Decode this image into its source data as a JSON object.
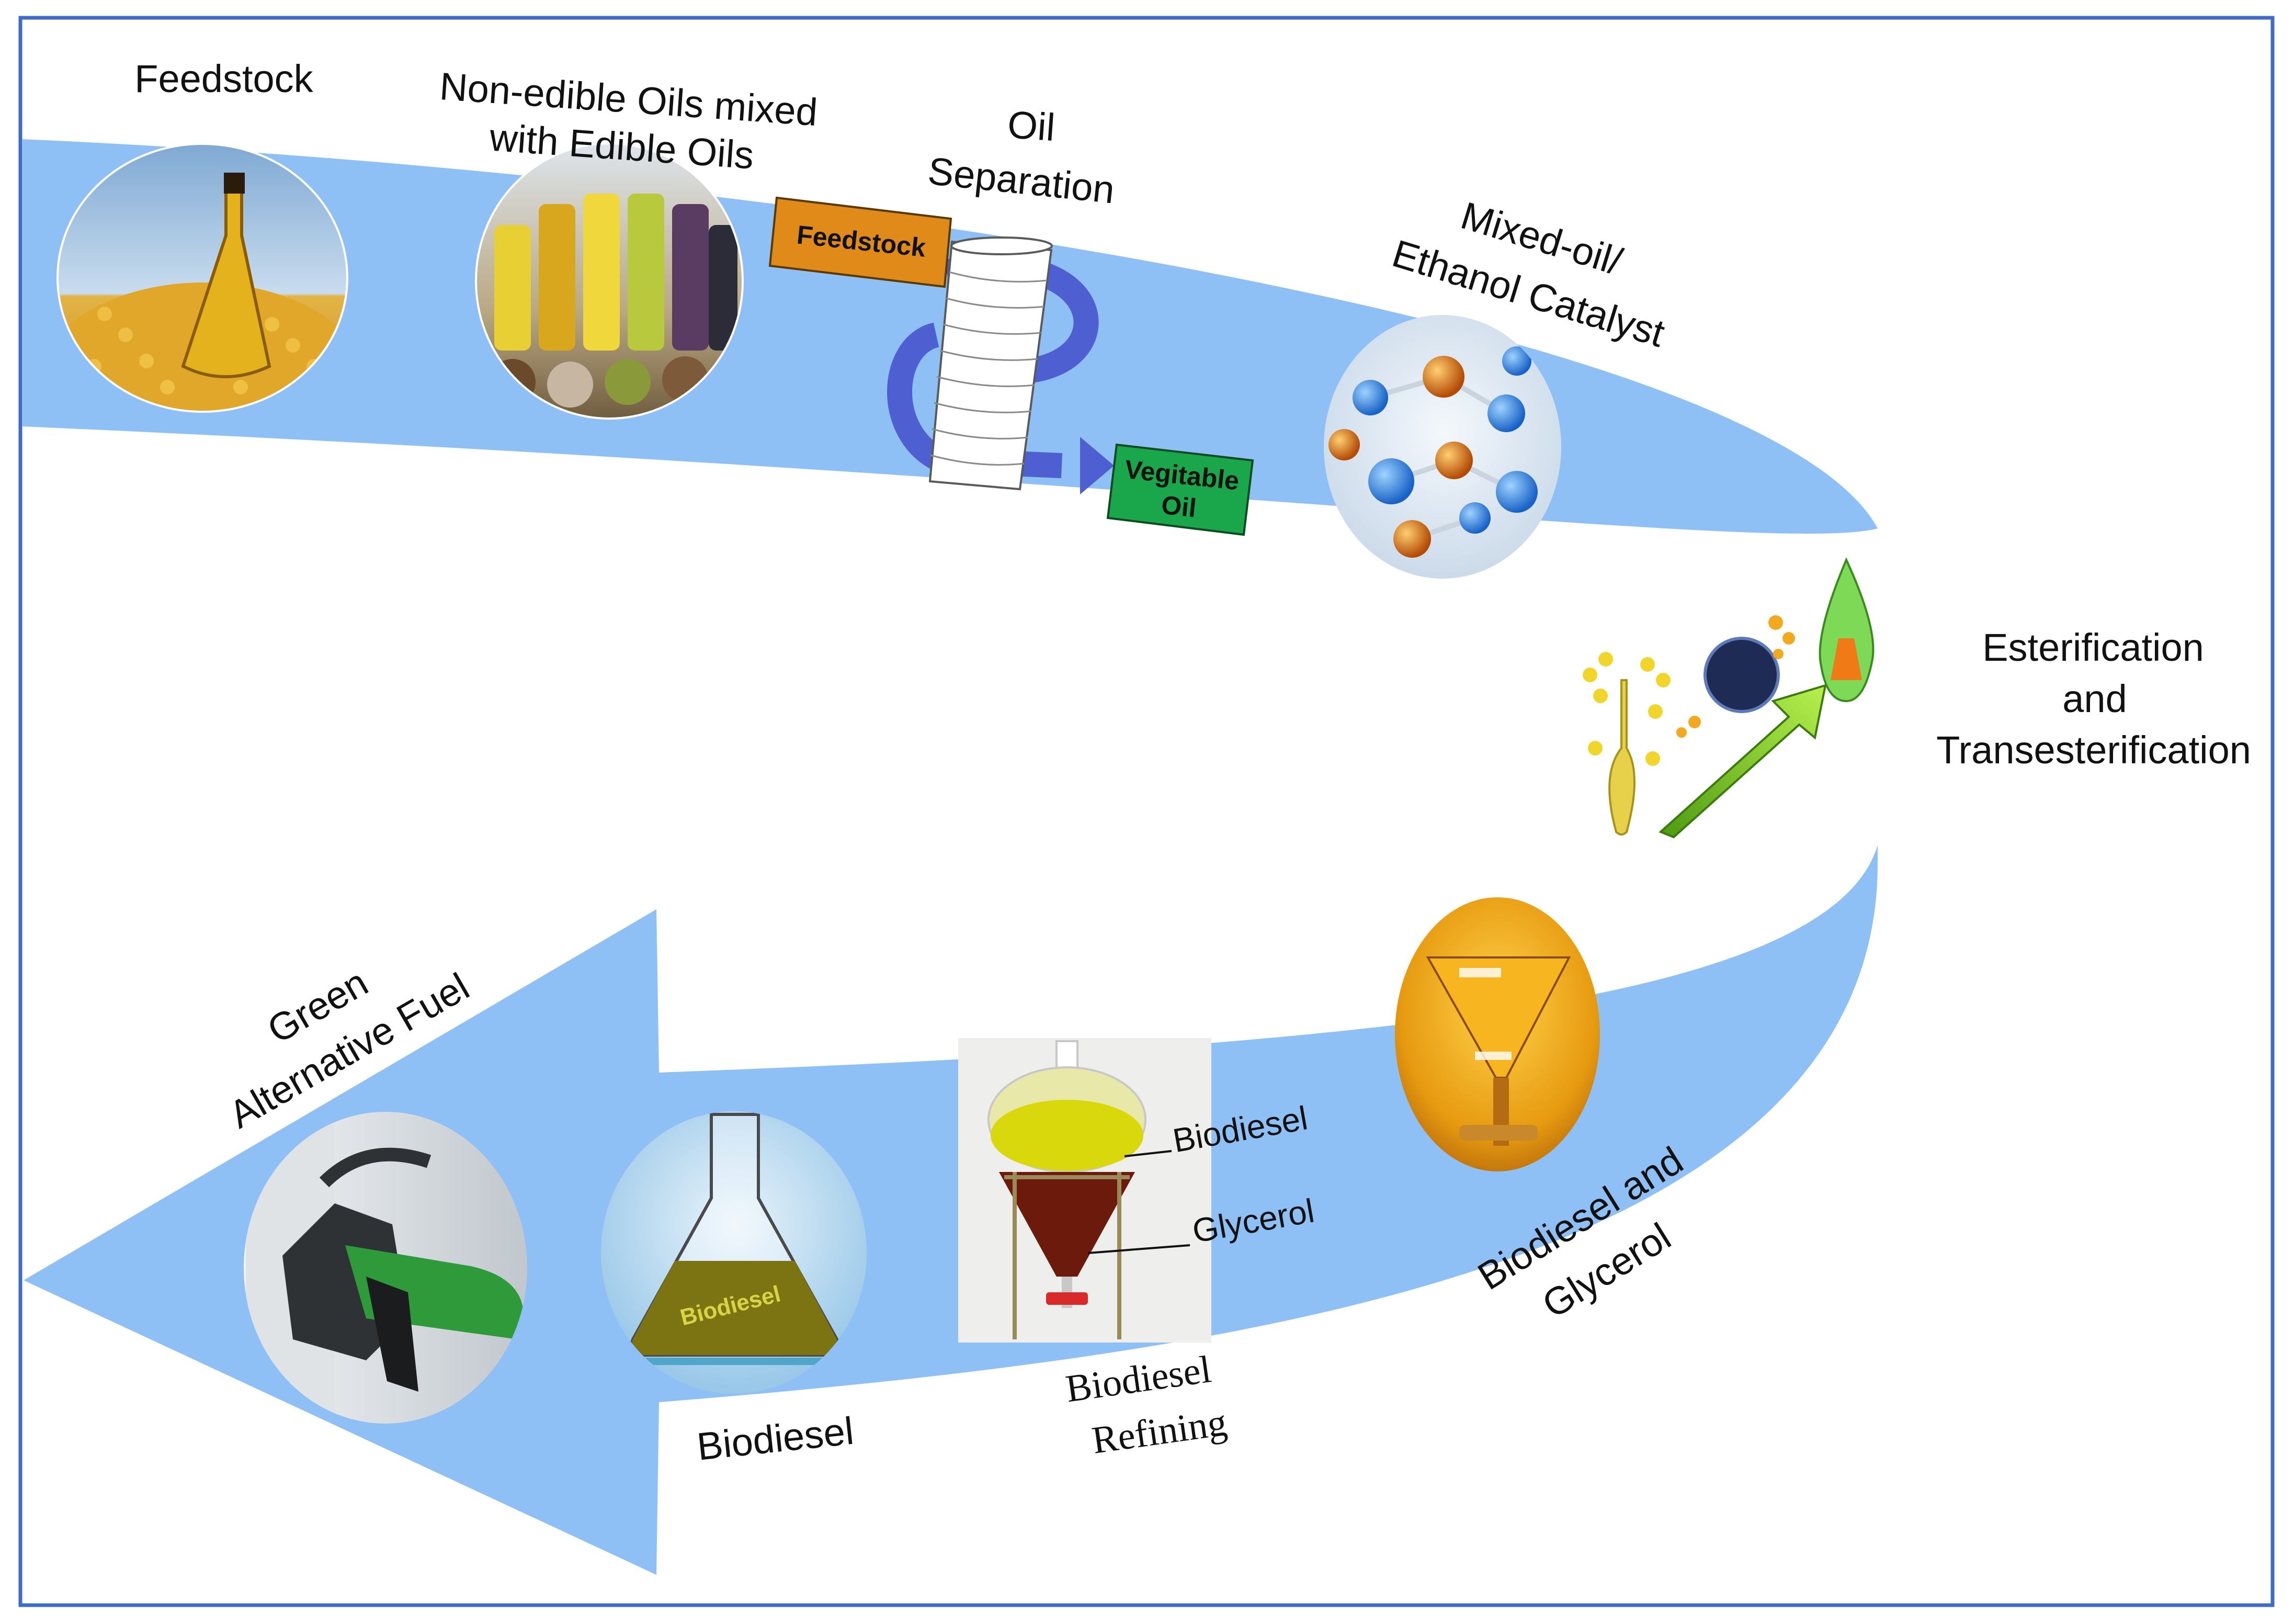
{
  "colors": {
    "border": "#3f6cc8",
    "arrow": "#8fc0f5",
    "feed_box": "#e08a1a",
    "oil_box": "#1aa64a",
    "pipe": "#4d5fd1"
  },
  "stages": {
    "feedstock": {
      "label": "Feedstock",
      "icon": "corn-oil-bottle-image"
    },
    "oils": {
      "line1": "Non-edible Oils mixed",
      "line2": "with Edible Oils",
      "icon": "oil-bottles-image"
    },
    "separation": {
      "line1": "Oil",
      "line2": "Separation",
      "box_in": "Feedstock",
      "box_out_1": "Vegitable",
      "box_out_2": "Oil",
      "icon": "separation-column-icon"
    },
    "catalyst": {
      "line1": "Mixed-oil/",
      "line2": "Ethanol Catalyst",
      "icon": "molecule-image"
    },
    "esterification": {
      "line1": "Esterification",
      "line2": "and",
      "line3": "Transesterification",
      "icon": "transesterification-image"
    },
    "biodiesel_glycerol": {
      "line1": "Biodiesel and",
      "line2": "Glycerol",
      "icon": "separatory-funnel-image"
    },
    "refining": {
      "line1": "Biodiesel",
      "line2": "Refining",
      "callout_top": "Biodiesel",
      "callout_bottom": "Glycerol",
      "icon": "refining-funnel-image"
    },
    "biodiesel": {
      "label": "Biodiesel",
      "flask_text": "Biodiesel",
      "icon": "flask-image"
    },
    "fuel": {
      "line1": "Green",
      "line2": "Alternative Fuel",
      "icon": "fuel-nozzle-image"
    }
  }
}
